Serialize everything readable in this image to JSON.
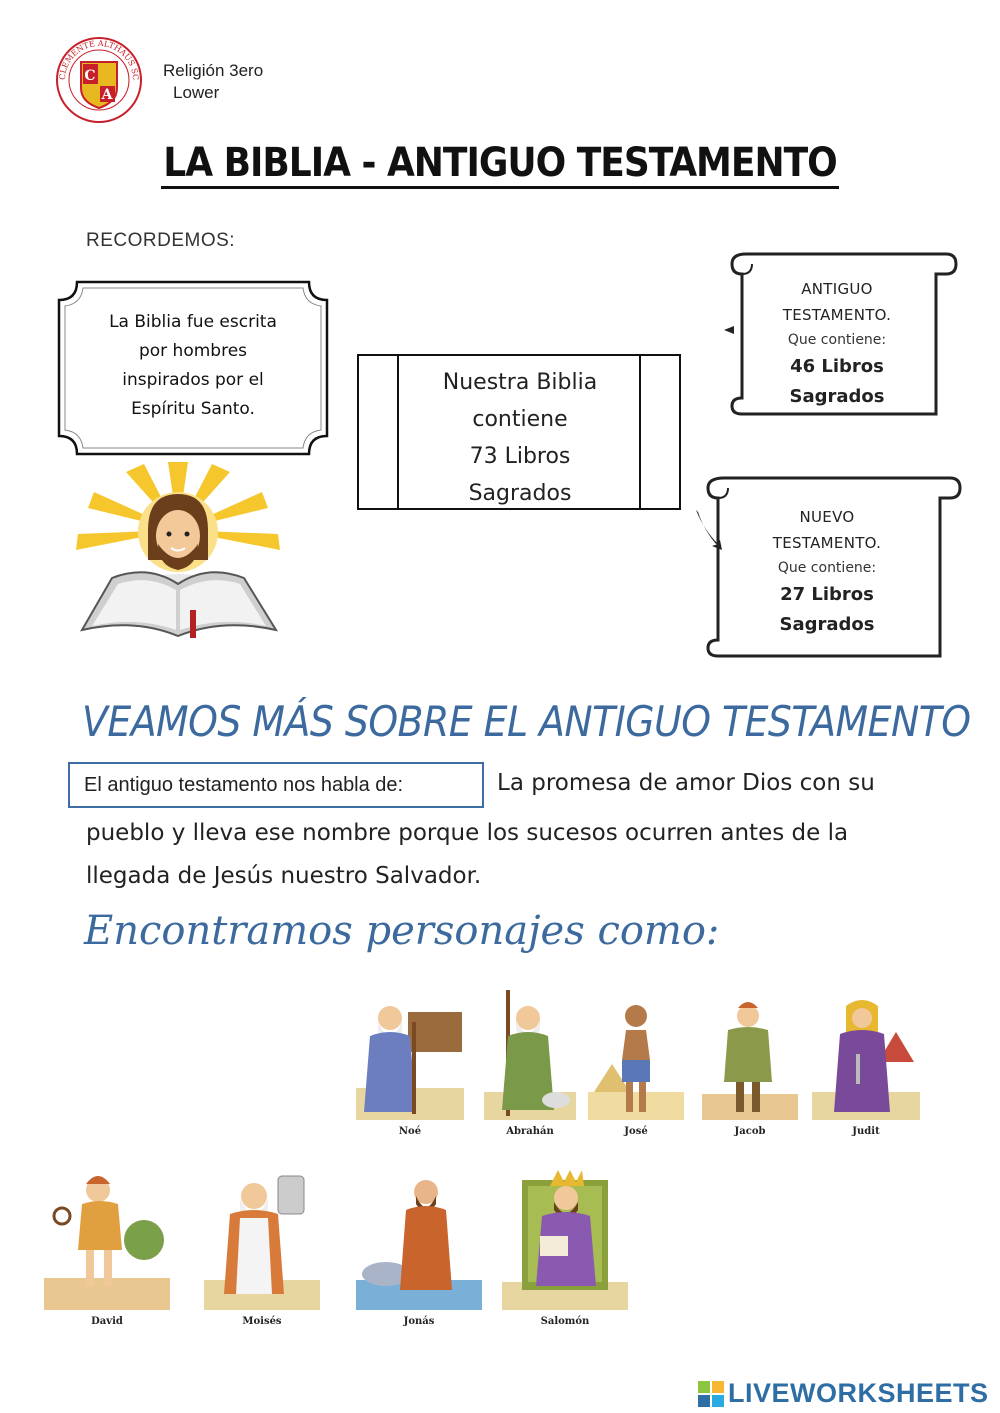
{
  "header": {
    "logo_ring_text": "CLEMENTE ALTHAUS SCHOOL",
    "logo_letters": [
      "C",
      "A"
    ],
    "course_line1": "Religión 3ero",
    "course_line2": "Lower"
  },
  "title": "LA BIBLIA - ANTIGUO TESTAMENTO",
  "recordemos": "RECORDEMOS:",
  "note_card": {
    "lines": [
      "La Biblia fue escrita",
      "por hombres",
      "inspirados por el",
      "Espíritu Santo."
    ]
  },
  "bible_box": {
    "lines": [
      "Nuestra Biblia",
      "contiene",
      "73 Libros",
      "Sagrados"
    ]
  },
  "scroll_old": {
    "title1": "ANTIGUO",
    "title2": "TESTAMENTO.",
    "sub": "Que contiene:",
    "count": "46 Libros",
    "label": "Sagrados"
  },
  "scroll_new": {
    "title1": "NUEVO",
    "title2": "TESTAMENTO.",
    "sub": "Que contiene:",
    "count": "27 Libros",
    "label": "Sagrados"
  },
  "section2": {
    "title": "VEAMOS MÁS SOBRE EL ANTIGUO TESTAMENTO",
    "box_label": "El antiguo testamento nos habla de:",
    "para_first": "La promesa de amor Dios con su",
    "para_line2": "pueblo y lleva ese nombre porque los sucesos ocurren antes de la",
    "para_line3": "llegada de Jesús nuestro Salvador."
  },
  "section3": {
    "title": "Encontramos personajes como:"
  },
  "characters_row1": [
    "Noé",
    "Abrahán",
    "José",
    "Jacob",
    "Judit"
  ],
  "characters_row2": [
    "David",
    "Moisés",
    "Jonás",
    "Salomón"
  ],
  "colors": {
    "accent_blue": "#3c6a9e",
    "logo_red": "#c8202a",
    "logo_gold": "#e8b820",
    "brand_blue": "#2e6ea5"
  },
  "footer": {
    "brand": "LIVEWORKSHEETS"
  }
}
